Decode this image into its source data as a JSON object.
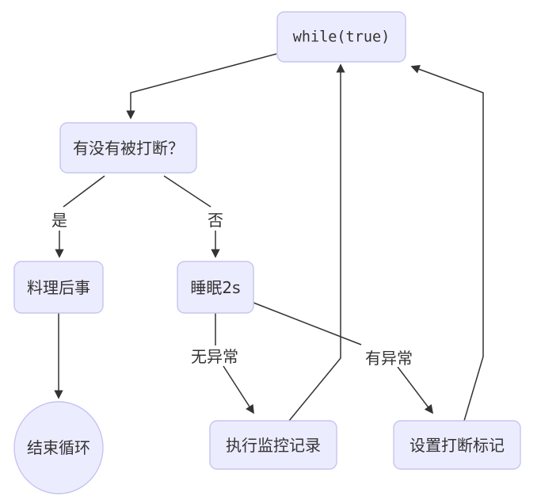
{
  "diagram": {
    "type": "flowchart",
    "direction": "top-down",
    "nodes": {
      "while_true": {
        "label": "while(true)",
        "shape": "rounded-rect",
        "font_style": "monospace"
      },
      "interrupted": {
        "label": "有没有被打断？",
        "shape": "rounded-rect"
      },
      "cleanup": {
        "label": "料理后事",
        "shape": "rounded-rect"
      },
      "sleep": {
        "label": "睡眠2s",
        "shape": "rounded-rect"
      },
      "end_loop": {
        "label": "结束循环",
        "shape": "circle"
      },
      "monitor": {
        "label": "执行监控记录",
        "shape": "rounded-rect"
      },
      "set_flag": {
        "label": "设置打断标记",
        "shape": "rounded-rect"
      }
    },
    "edges": [
      {
        "from": "while_true",
        "to": "interrupted",
        "label": ""
      },
      {
        "from": "interrupted",
        "to": "cleanup",
        "label": "是"
      },
      {
        "from": "interrupted",
        "to": "sleep",
        "label": "否"
      },
      {
        "from": "cleanup",
        "to": "end_loop",
        "label": ""
      },
      {
        "from": "sleep",
        "to": "monitor",
        "label": "无异常"
      },
      {
        "from": "sleep",
        "to": "set_flag",
        "label": "有异常"
      },
      {
        "from": "monitor",
        "to": "while_true",
        "label": ""
      },
      {
        "from": "set_flag",
        "to": "while_true",
        "label": ""
      }
    ],
    "colors": {
      "node_fill": "#ECECFF",
      "node_border": "#C5C5F0",
      "edge_line": "#333333",
      "text": "#333333",
      "background": "#FFFFFF"
    }
  }
}
